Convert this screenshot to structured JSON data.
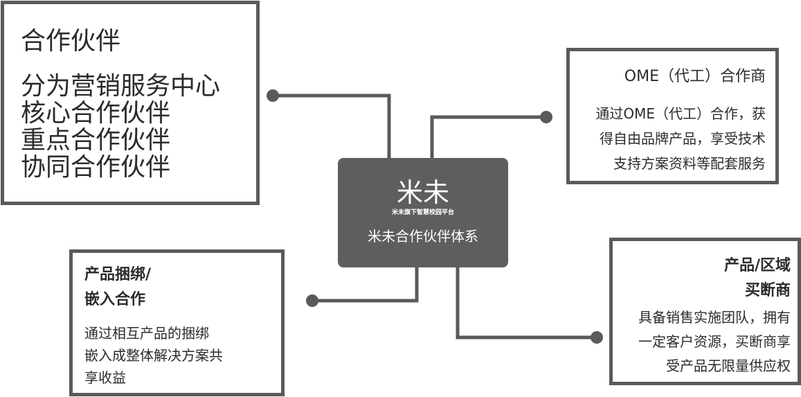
{
  "center": {
    "brand": "米未",
    "brand_sub": "米未旗下智慧校园平台",
    "system": "米未合作伙伴体系"
  },
  "top_left": {
    "title": "合作伙伴",
    "items": [
      "分为营销服务中心",
      "核心合作伙伴",
      "重点合作伙伴",
      "协同合作伙伴"
    ]
  },
  "top_right": {
    "title": "OME（代工）合作商",
    "desc": [
      "通过OME（代工）合作，获",
      "得自由品牌产品，享受技术",
      "支持方案资料等配套服务"
    ]
  },
  "bottom_left": {
    "title": [
      "产品捆绑/",
      "嵌入合作"
    ],
    "desc": [
      "通过相互产品的捆绑",
      "嵌入成整体解决方案共",
      "享收益"
    ]
  },
  "bottom_right": {
    "title": [
      "产品/区域",
      "买断商"
    ],
    "desc": [
      "具备销售实施团队，拥有",
      "一定客户资源，买断商享",
      "受产品无限量供应权"
    ]
  },
  "colors": {
    "border": "#5a5a5a",
    "center_fill": "#5e5e5e",
    "text": "#2b2b2b",
    "center_text": "#ffffff"
  }
}
